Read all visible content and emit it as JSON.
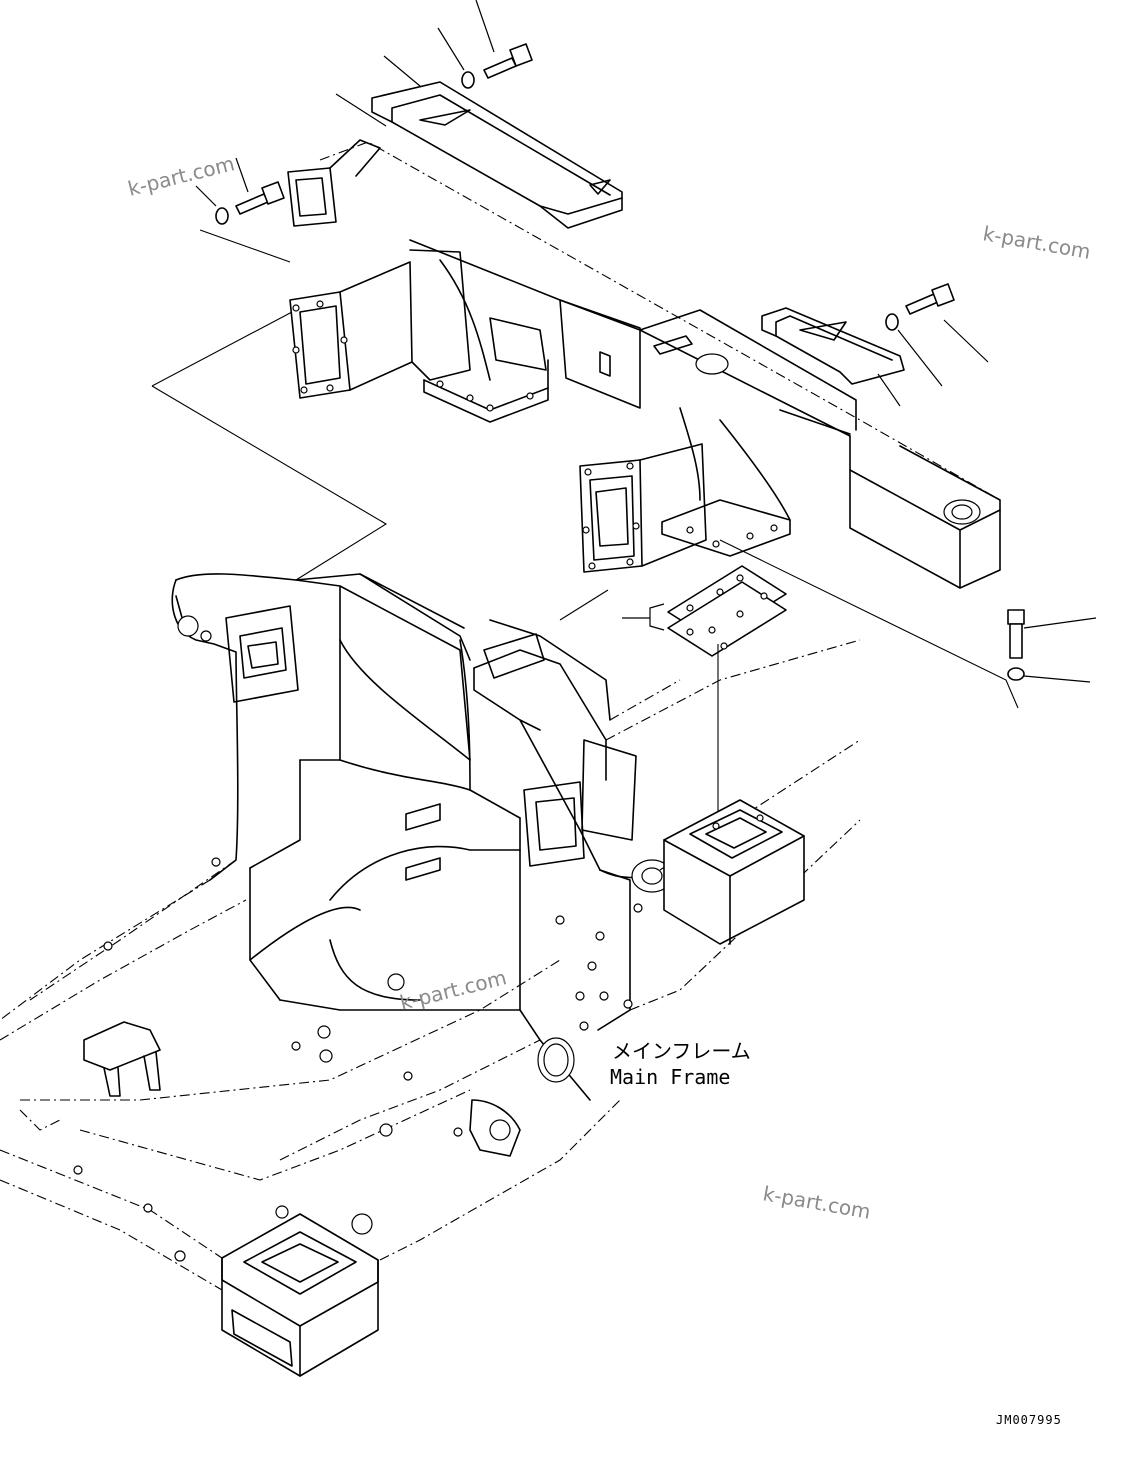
{
  "labels": {
    "part_name_jp": "メインフレーム",
    "part_name_en": "Main Frame",
    "drawing_code": "JM007995"
  },
  "watermarks": [
    "k-part.com",
    "k-part.com",
    "k-part.com",
    "k-part.com"
  ]
}
